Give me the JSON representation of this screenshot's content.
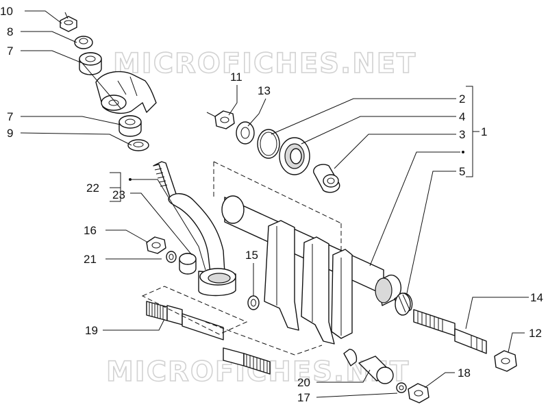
{
  "watermark": {
    "top": "MICROFICHES.NET",
    "bottom": "MICROFICHES.NET"
  },
  "callouts": {
    "c10": "10",
    "c8": "8",
    "c7a": "7",
    "c7b": "7",
    "c9": "9",
    "c11": "11",
    "c13": "13",
    "c2": "2",
    "c4": "4",
    "c3": "3",
    "c1": "1",
    "c5": "5",
    "c22": "22",
    "c23": "23",
    "c16": "16",
    "c21": "21",
    "c15": "15",
    "c19": "19",
    "c14": "14",
    "c12": "12",
    "c18": "18",
    "c20": "20",
    "c17": "17"
  }
}
